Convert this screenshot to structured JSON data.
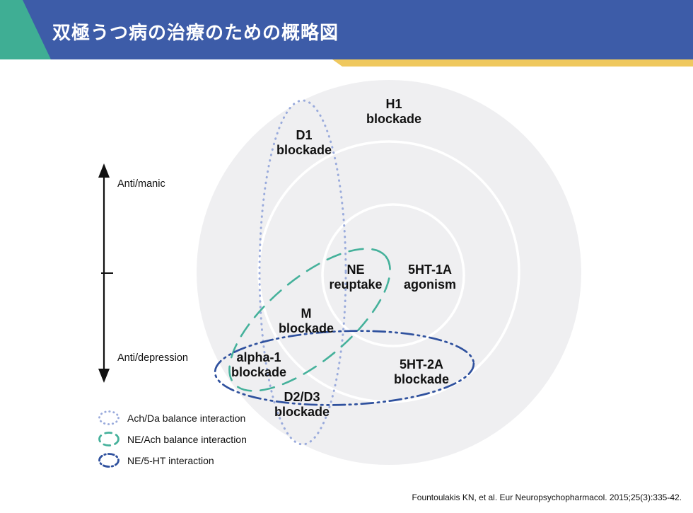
{
  "header": {
    "title": "双極うつ病の治療のための概略図"
  },
  "axis": {
    "top_label": "Anti/manic",
    "bottom_label": "Anti/depression"
  },
  "diagram": {
    "labels": [
      {
        "id": "h1",
        "text": "H1\nblockade"
      },
      {
        "id": "d1",
        "text": "D1\nblockade"
      },
      {
        "id": "ne",
        "text": "NE\nreuptake"
      },
      {
        "id": "5ht1a",
        "text": "5HT-1A\nagonism"
      },
      {
        "id": "m",
        "text": "M\nblockade"
      },
      {
        "id": "alpha1",
        "text": "alpha-1\nblockade"
      },
      {
        "id": "5ht2a",
        "text": "5HT-2A\nblockade"
      },
      {
        "id": "d2d3",
        "text": "D2/D3\nblockade"
      }
    ]
  },
  "legend": {
    "items": [
      {
        "label": "Ach/Da balance interaction",
        "style": "dotted"
      },
      {
        "label": "NE/Ach balance interaction",
        "style": "dashed"
      },
      {
        "label": "NE/5-HT interaction",
        "style": "dash-dot"
      }
    ]
  },
  "citation": "Fountoulakis KN, et al. Eur Neuropsychopharmacol. 2015;25(3):335-42.",
  "colors": {
    "header_blue": "#3D5CA8",
    "accent_teal": "#3FAE94",
    "accent_yellow": "#EFC85E",
    "circle_gray": "#EFEFF1",
    "ring_white": "#FFFFFF",
    "ach_da": "#9AABDC",
    "ne_ach": "#45B19B",
    "ne_5ht": "#2F519E",
    "axis_black": "#111111"
  }
}
